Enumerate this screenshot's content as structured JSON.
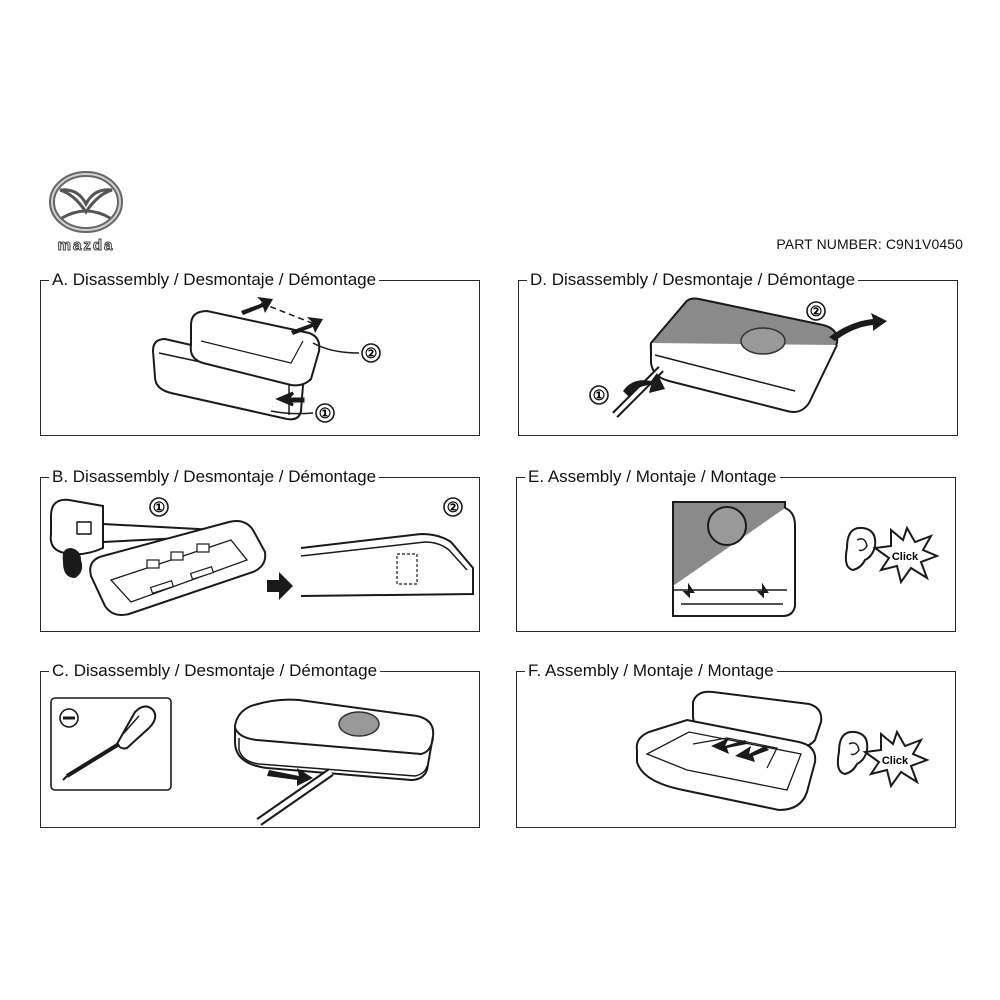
{
  "header": {
    "brand": "mazda",
    "part_number": "PART NUMBER: C9N1V0450"
  },
  "panels": {
    "a": {
      "title": "A. Disassembly / Desmontaje / Démontage"
    },
    "b": {
      "title": "B. Disassembly / Desmontaje / Démontage"
    },
    "c": {
      "title": "C. Disassembly / Desmontaje / Démontage"
    },
    "d": {
      "title": "D. Disassembly / Desmontaje / Démontage"
    },
    "e": {
      "title": "E. Assembly / Montaje / Montage",
      "click": "Click"
    },
    "f": {
      "title": "F. Assembly / Montaje / Montage",
      "click": "Click"
    }
  },
  "markers": {
    "one": "①",
    "two": "②"
  },
  "colors": {
    "line": "#1a1a1a",
    "gray_fill": "#8a8a8a",
    "light_fill": "#f4f4f4"
  },
  "icons": [
    "mazda-logo",
    "ear-icon",
    "click-burst-icon",
    "screwdriver-icon",
    "hand-icon",
    "arrow-icon"
  ]
}
